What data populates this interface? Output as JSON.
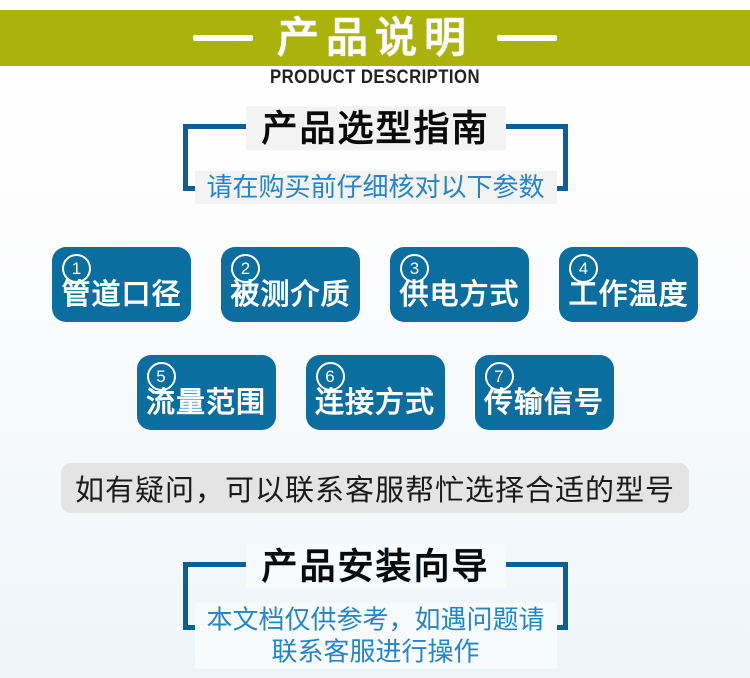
{
  "banner": {
    "title": "产品说明",
    "subtitle": "PRODUCT DESCRIPTION"
  },
  "selection_guide": {
    "title": "产品选型指南",
    "subtitle": "请在购买前仔细核对以下参数",
    "parameters": [
      {
        "number": "1",
        "label": "管道口径"
      },
      {
        "number": "2",
        "label": "被测介质"
      },
      {
        "number": "3",
        "label": "供电方式"
      },
      {
        "number": "4",
        "label": "工作温度"
      },
      {
        "number": "5",
        "label": "流量范围"
      },
      {
        "number": "6",
        "label": "连接方式"
      },
      {
        "number": "7",
        "label": "传输信号"
      }
    ]
  },
  "note": {
    "text": "如有疑问，可以联系客服帮忙选择合适的型号"
  },
  "install_guide": {
    "title": "产品安装向导",
    "subtitle_line1": "本文档仅供参考，如遇问题请",
    "subtitle_line2": "联系客服进行操作"
  },
  "colors": {
    "banner_green": "#a9b30b",
    "button_blue": "#0c6d9f",
    "bracket_border_blue": "#0e5e95",
    "subtitle_blue": "#2585c5",
    "note_gray": "#e4e4e4"
  }
}
